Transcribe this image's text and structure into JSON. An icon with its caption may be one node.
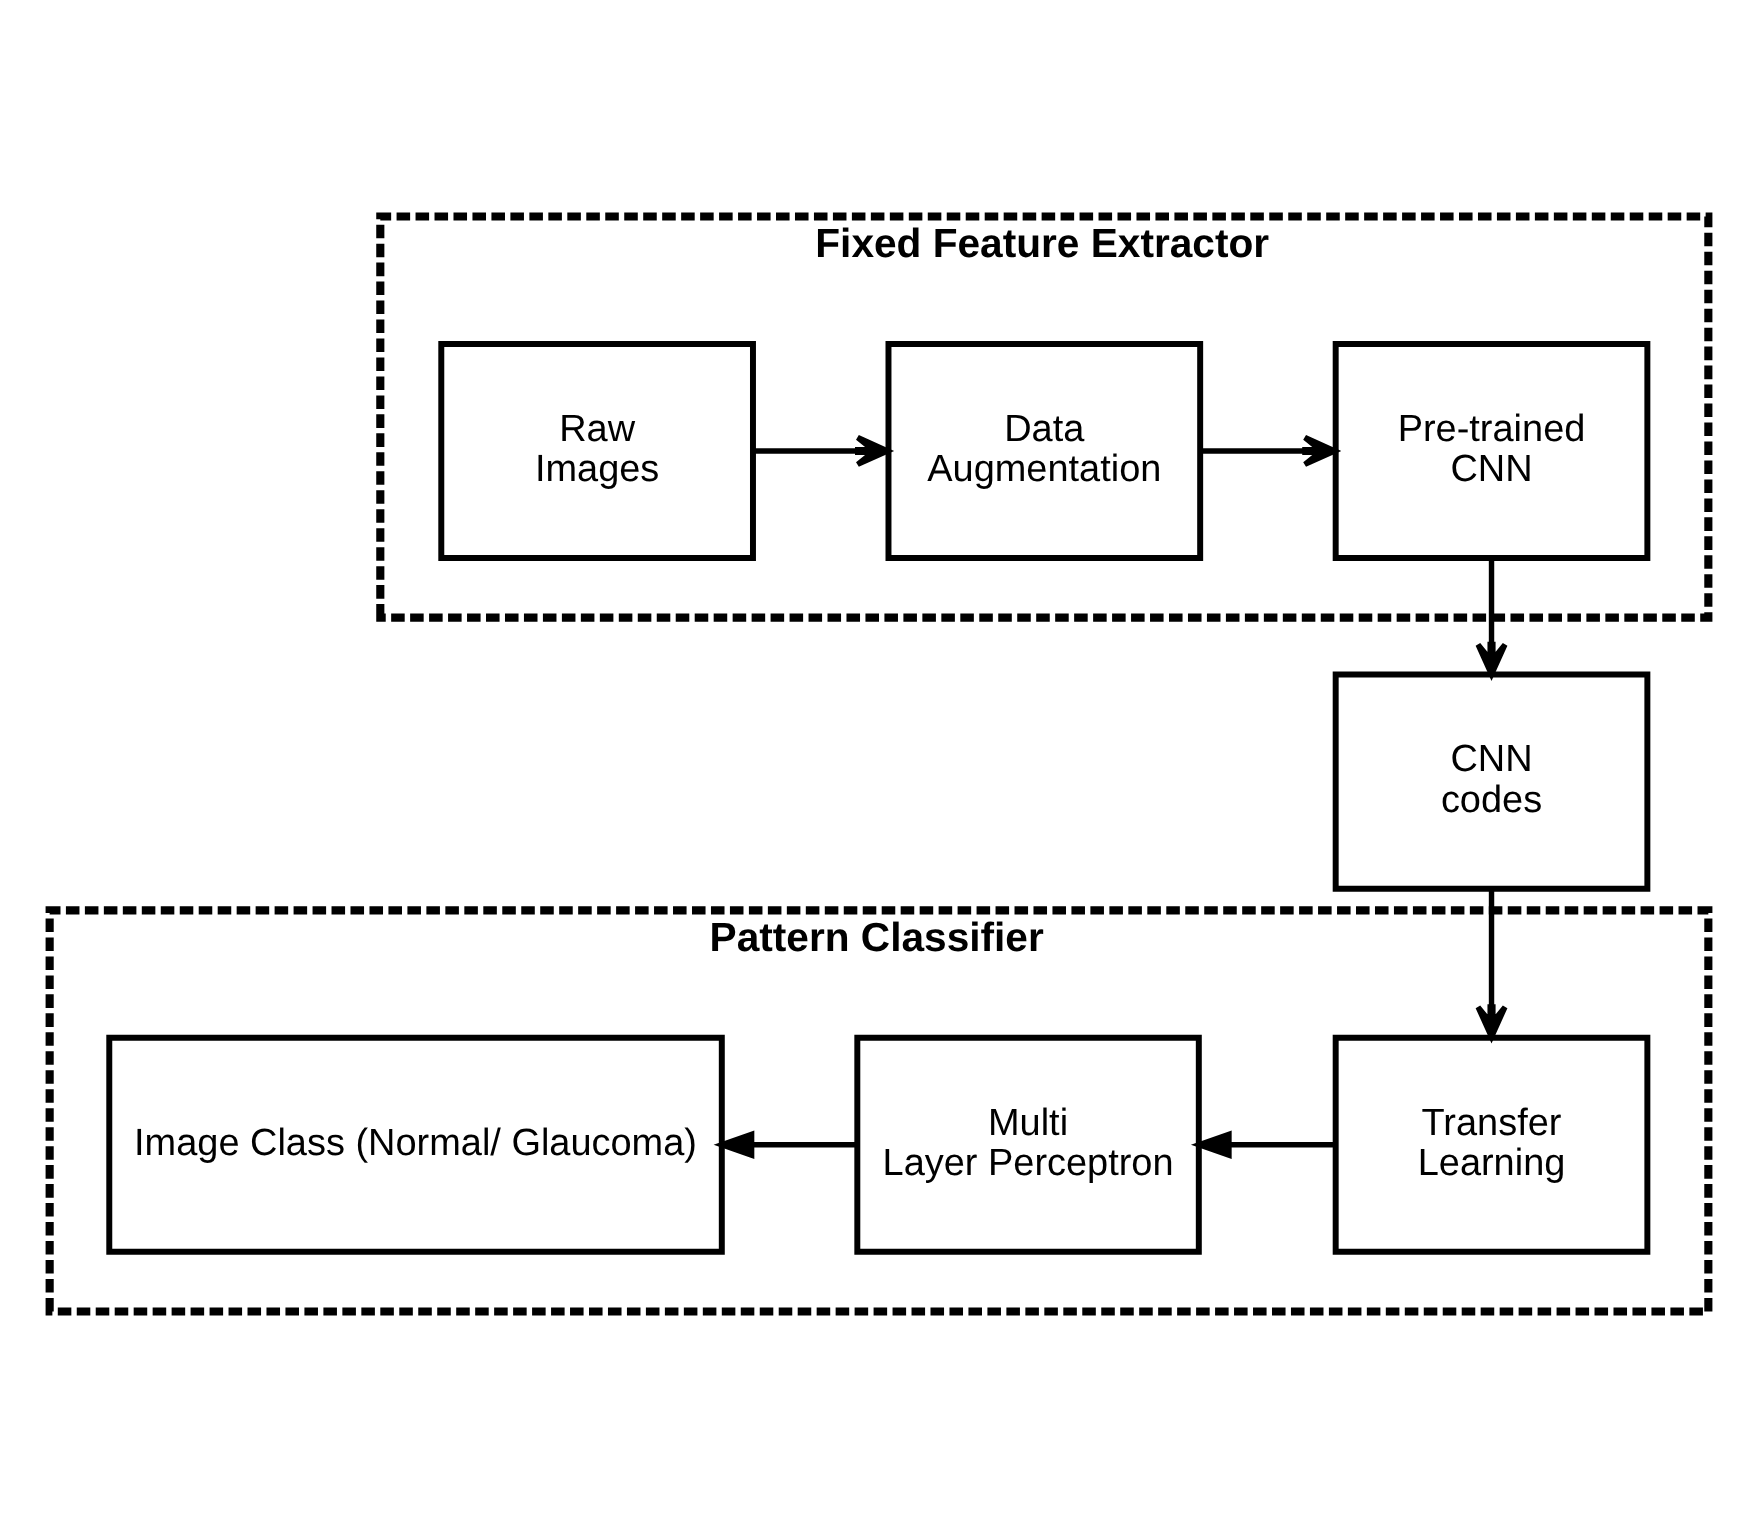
{
  "diagram": {
    "nodes": [
      {
        "text": [
          "Fixed Feature Extractor"
        ]
      },
      {
        "text": [
          "Raw Images"
        ],
        "in": 0
      },
      {
        "text": [
          "Data Augmentation"
        ],
        "in": 0
      },
      {
        "text": [
          "Pre-trained CNN"
        ],
        "in": 0
      },
      {
        "text": [
          "CNN codes"
        ]
      },
      {
        "text": [
          "Pattern Classifier"
        ]
      },
      {
        "text": [
          "Image Class (Normal/ Glaucoma)"
        ],
        "in": 5
      },
      {
        "text": [
          "Multi Layer Perceptron"
        ],
        "in": 5
      },
      {
        "text": [
          "Transfer Learning"
        ],
        "in": 5
      }
    ],
    "edges": [
      {
        "from": 1,
        "to": 2,
        "arrow": "to"
      },
      {
        "from": 2,
        "to": 3,
        "arrow": "to"
      },
      {
        "from": 3,
        "to": 4,
        "arrow": "to"
      },
      {
        "from": 4,
        "to": 8,
        "arrow": "to"
      },
      {
        "from": 8,
        "to": 7,
        "arrow": "to"
      },
      {
        "from": 7,
        "to": 6,
        "arrow": "to"
      }
    ]
  }
}
